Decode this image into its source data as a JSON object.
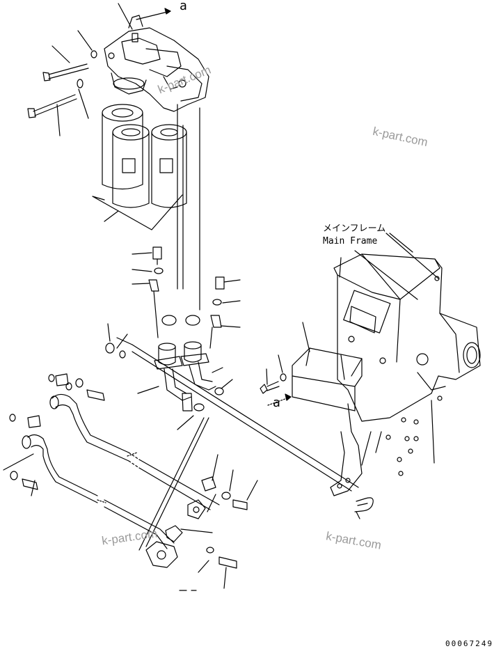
{
  "labels": {
    "frame_jp": "メインフレーム",
    "frame_en": "Main Frame",
    "arrow_top": "a",
    "arrow_bottom": "a",
    "drawing_number": "00067249"
  },
  "watermarks": [
    "k-part.com",
    "k-part.com",
    "k-part.com",
    "k-part.com"
  ],
  "colors": {
    "line": "#000000",
    "watermark": "#9a9a9a",
    "background": "#ffffff"
  }
}
